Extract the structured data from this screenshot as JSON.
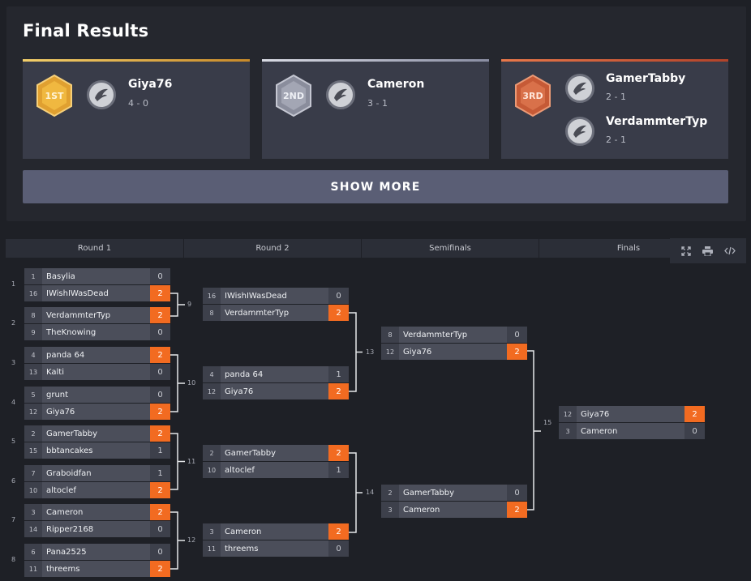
{
  "results": {
    "title": "Final Results",
    "show_more": "SHOW MORE",
    "cards": [
      {
        "medal": "1ST",
        "bar_color": "#e2ad3a",
        "players": [
          {
            "name": "Giya76",
            "score": "4 - 0"
          }
        ]
      },
      {
        "medal": "2ND",
        "bar_color": "#b9bccb",
        "players": [
          {
            "name": "Cameron",
            "score": "3 - 1"
          }
        ]
      },
      {
        "medal": "3RD",
        "bar_color": "#e06a3c",
        "players": [
          {
            "name": "GamerTabby",
            "score": "2 - 1"
          },
          {
            "name": "VerdammterTyp",
            "score": "2 - 1"
          }
        ]
      }
    ]
  },
  "rounds": [
    "Round 1",
    "Round 2",
    "Semifinals",
    "Finals"
  ],
  "tools": {
    "expand": "expand-icon",
    "print": "print-icon",
    "embed": "code-icon"
  },
  "lines": [
    "1",
    "2",
    "3",
    "4",
    "5",
    "6",
    "7",
    "8"
  ],
  "bracket": {
    "round1": [
      {
        "rows": [
          {
            "seed": "1",
            "name": "Basylia",
            "score": "0"
          },
          {
            "seed": "16",
            "name": "IWishIWasDead",
            "score": "2",
            "win": true
          }
        ]
      },
      {
        "rows": [
          {
            "seed": "8",
            "name": "VerdammterTyp",
            "score": "2",
            "win": true
          },
          {
            "seed": "9",
            "name": "TheKnowing",
            "score": "0"
          }
        ]
      },
      {
        "rows": [
          {
            "seed": "4",
            "name": "panda 64",
            "score": "2",
            "win": true
          },
          {
            "seed": "13",
            "name": "Kalti",
            "score": "0"
          }
        ]
      },
      {
        "rows": [
          {
            "seed": "5",
            "name": "grunt",
            "score": "0"
          },
          {
            "seed": "12",
            "name": "Giya76",
            "score": "2",
            "win": true
          }
        ]
      },
      {
        "rows": [
          {
            "seed": "2",
            "name": "GamerTabby",
            "score": "2",
            "win": true
          },
          {
            "seed": "15",
            "name": "bbtancakes",
            "score": "1"
          }
        ]
      },
      {
        "rows": [
          {
            "seed": "7",
            "name": "Graboidfan",
            "score": "1"
          },
          {
            "seed": "10",
            "name": "altoclef",
            "score": "2",
            "win": true
          }
        ]
      },
      {
        "rows": [
          {
            "seed": "3",
            "name": "Cameron",
            "score": "2",
            "win": true
          },
          {
            "seed": "14",
            "name": "Ripper2168",
            "score": "0"
          }
        ]
      },
      {
        "rows": [
          {
            "seed": "6",
            "name": "Pana2525",
            "score": "0"
          },
          {
            "seed": "11",
            "name": "threems",
            "score": "2",
            "win": true
          }
        ]
      }
    ],
    "round2": [
      {
        "num": "9",
        "rows": [
          {
            "seed": "16",
            "name": "IWishIWasDead",
            "score": "0"
          },
          {
            "seed": "8",
            "name": "VerdammterTyp",
            "score": "2",
            "win": true
          }
        ]
      },
      {
        "num": "10",
        "rows": [
          {
            "seed": "4",
            "name": "panda 64",
            "score": "1"
          },
          {
            "seed": "12",
            "name": "Giya76",
            "score": "2",
            "win": true
          }
        ]
      },
      {
        "num": "11",
        "rows": [
          {
            "seed": "2",
            "name": "GamerTabby",
            "score": "2",
            "win": true
          },
          {
            "seed": "10",
            "name": "altoclef",
            "score": "1"
          }
        ]
      },
      {
        "num": "12",
        "rows": [
          {
            "seed": "3",
            "name": "Cameron",
            "score": "2",
            "win": true
          },
          {
            "seed": "11",
            "name": "threems",
            "score": "0"
          }
        ]
      }
    ],
    "semis": [
      {
        "num": "13",
        "rows": [
          {
            "seed": "8",
            "name": "VerdammterTyp",
            "score": "0"
          },
          {
            "seed": "12",
            "name": "Giya76",
            "score": "2",
            "win": true
          }
        ]
      },
      {
        "num": "14",
        "rows": [
          {
            "seed": "2",
            "name": "GamerTabby",
            "score": "0"
          },
          {
            "seed": "3",
            "name": "Cameron",
            "score": "2",
            "win": true
          }
        ]
      }
    ],
    "finals": [
      {
        "num": "15",
        "rows": [
          {
            "seed": "12",
            "name": "Giya76",
            "score": "2",
            "win": true
          },
          {
            "seed": "3",
            "name": "Cameron",
            "score": "0"
          }
        ]
      }
    ]
  }
}
